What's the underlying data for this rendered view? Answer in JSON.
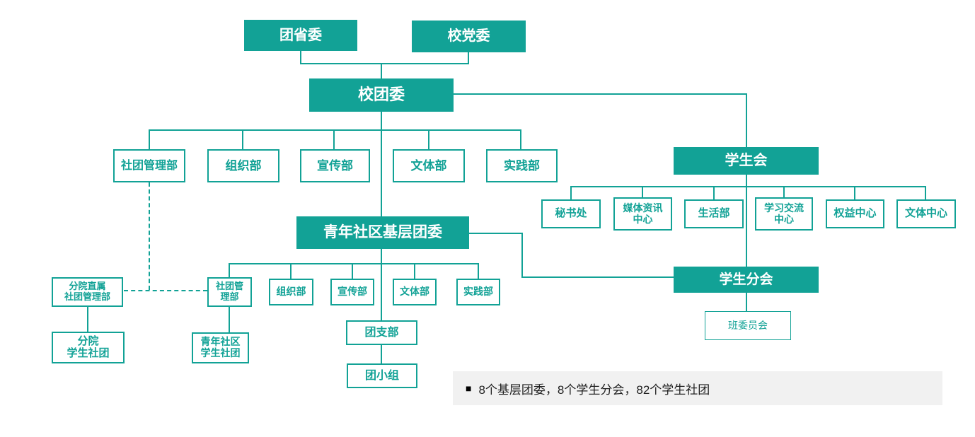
{
  "colors": {
    "teal": "#12a296",
    "caption_bg": "#f1f1f1",
    "caption_text": "#1f1f1f"
  },
  "nodes": {
    "provincial_league": "团省委",
    "school_party_committee": "校党委",
    "school_league_committee": "校团委",
    "club_management_dept": "社团管理部",
    "organization_dept": "组织部",
    "publicity_dept": "宣传部",
    "sports_arts_dept": "文体部",
    "practice_dept": "实践部",
    "student_union": "学生会",
    "secretariat": "秘书处",
    "media_info_center": "媒体资讯\n中心",
    "life_dept": "生活部",
    "study_exchange_center": "学习交流\n中心",
    "rights_center": "权益中心",
    "sports_arts_center": "文体中心",
    "youth_community_league": "青年社区基层团委",
    "community_club_mgmt_dept": "社团管\n理部",
    "community_organization_dept": "组织部",
    "community_publicity_dept": "宣传部",
    "community_sports_arts_dept": "文体部",
    "community_practice_dept": "实践部",
    "student_branch": "学生分会",
    "class_committee": "班委员会",
    "branch_club_mgmt_dept": "分院直属\n社团管理部",
    "branch_student_clubs": "分院\n学生社团",
    "community_student_clubs": "青年社区\n学生社团",
    "league_branch": "团支部",
    "league_group": "团小组"
  },
  "caption": {
    "bullet": "■",
    "text": "8个基层团委，8个学生分会，82个学生社团"
  }
}
